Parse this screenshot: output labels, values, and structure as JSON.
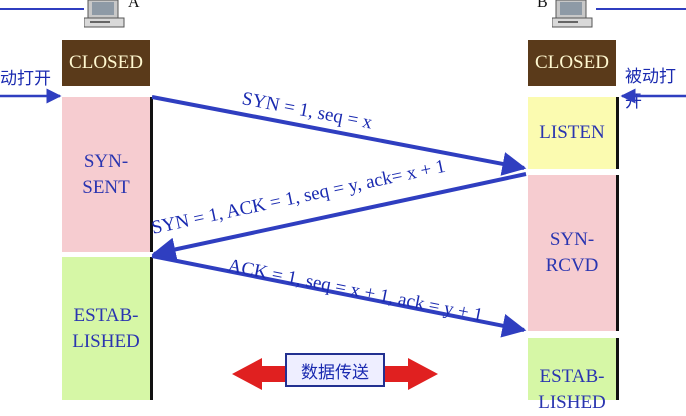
{
  "hosts": {
    "a_label": "A",
    "b_label": "B"
  },
  "left_column": {
    "closed": "CLOSED",
    "syn_sent": "SYN-\nSENT",
    "established": "ESTAB-\nLISHED"
  },
  "right_column": {
    "closed": "CLOSED",
    "listen": "LISTEN",
    "syn_rcvd": "SYN-\nRCVD",
    "established": "ESTAB-\nLISHED"
  },
  "side_labels": {
    "left": "动打开",
    "right": "被动打开"
  },
  "messages": {
    "m1": "SYN = 1, seq = x",
    "m2": "SYN = 1, ACK = 1, seq = y, ack= x + 1",
    "m3": "ACK = 1, seq = x + 1, ack = y + 1"
  },
  "data_transfer": "数据传送",
  "colors": {
    "closed_bg": "#5a3a1a",
    "syn_bg": "#f6ccd0",
    "listen_bg": "#fbfbb0",
    "estab_bg": "#d6f7a6",
    "arrow": "#2f3ec0",
    "transfer_arrow": "#e02020"
  }
}
